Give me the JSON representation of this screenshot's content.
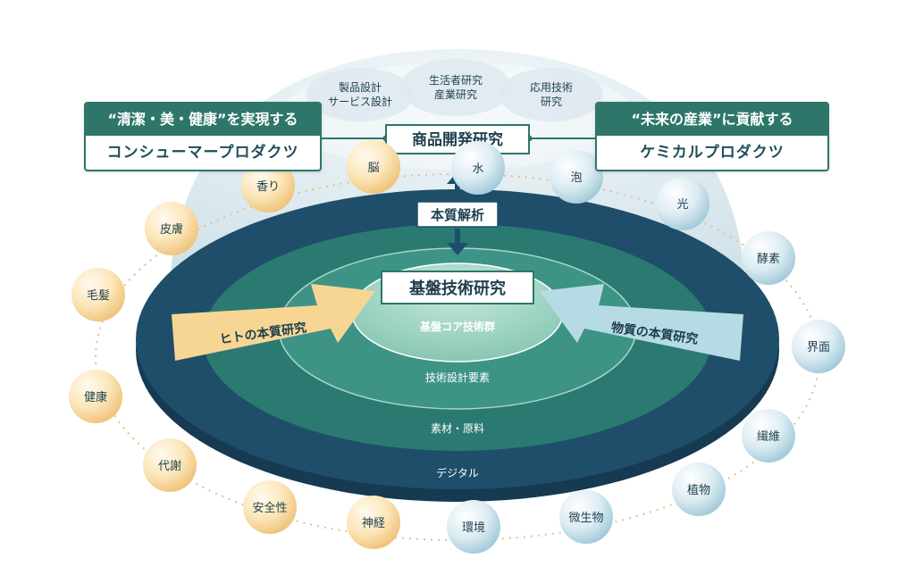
{
  "product_research": {
    "label": "商品開発研究",
    "bubbles": [
      "製品設計\nサービス設計",
      "生活者研究\n産業研究",
      "応用技術\n研究"
    ]
  },
  "left_box": {
    "title": "“清潔・美・健康”を実現する",
    "subtitle": "コンシューマープロダクツ"
  },
  "right_box": {
    "title": "“未来の産業”に貢献する",
    "subtitle": "ケミカルプロダクツ"
  },
  "essence_analysis": "本質解析",
  "core_research": "基盤技術研究",
  "layers": [
    "基盤コア技術群",
    "技術設計要素",
    "素材・原料",
    "デジタル"
  ],
  "left_arrow": "ヒトの本質研究",
  "right_arrow": "物質の本質研究",
  "human_topics": [
    "脳",
    "香り",
    "皮膚",
    "毛髪",
    "健康",
    "代謝",
    "安全性",
    "神経"
  ],
  "material_topics": [
    "水",
    "泡",
    "光",
    "酵素",
    "界面",
    "繊維",
    "植物",
    "微生物",
    "環境"
  ],
  "colors": {
    "dome": "#e2edf1",
    "outer_ring": "#1f4e6a",
    "ring2": "#2a7a72",
    "ring3": "#3d9486",
    "inner": "#9ed5c4",
    "human_arrow": "#f7d694",
    "material_arrow": "#b7dbe5",
    "accent": "#2e7669"
  }
}
